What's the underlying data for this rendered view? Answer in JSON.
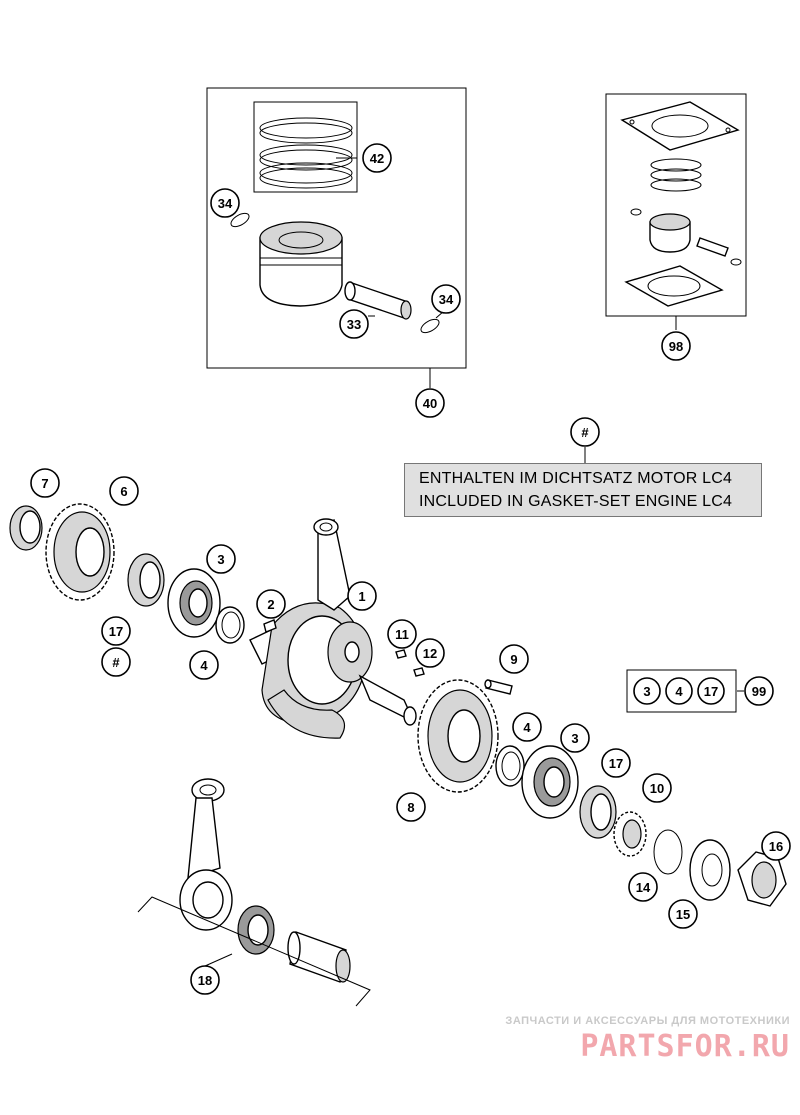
{
  "note": {
    "line_de": "ENTHALTEN IM DICHTSATZ MOTOR LC4",
    "line_en": "INCLUDED IN GASKET-SET ENGINE LC4"
  },
  "callouts": {
    "c42": "42",
    "c34a": "34",
    "c34b": "34",
    "c33": "33",
    "c40": "40",
    "c98": "98",
    "c_hash_top": "#",
    "c7": "7",
    "c6": "6",
    "c3a": "3",
    "c1": "1",
    "c2": "2",
    "c17a": "17",
    "c_hash_left": "#",
    "c4a": "4",
    "c11": "11",
    "c12": "12",
    "c9": "9",
    "c8": "8",
    "c4b": "4",
    "c3b": "3",
    "c17b": "17",
    "c10": "10",
    "c14": "14",
    "c15": "15",
    "c16": "16",
    "c18": "18",
    "kit_3": "3",
    "kit_4": "4",
    "kit_17": "17",
    "c99": "99"
  },
  "watermark": {
    "tagline": "ЗАПЧАСТИ И АКСЕССУАРЫ ДЛЯ МОТОТЕХНИКИ",
    "logo": "PARTSFOR.RU",
    "color": "#f2a7ad"
  }
}
